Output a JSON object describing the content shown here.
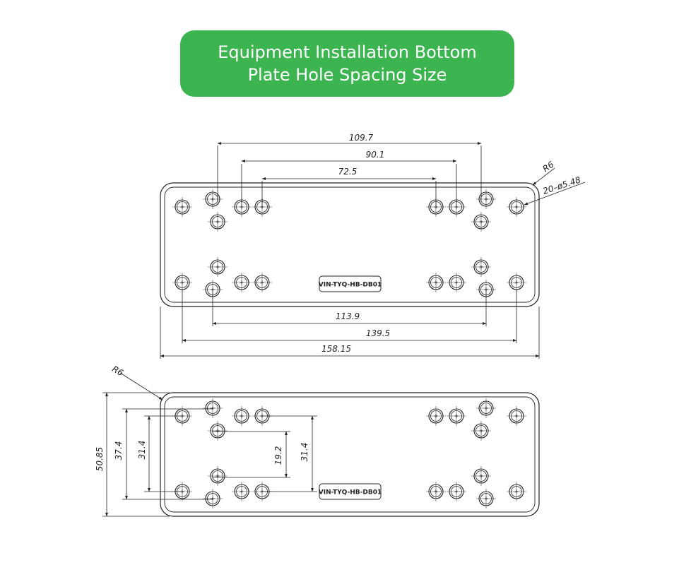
{
  "colors": {
    "banner": "#3cb551",
    "banner_text": "#ffffff",
    "line": "#222222"
  },
  "banner": {
    "line1": "Equipment Installation Bottom",
    "line2": "Plate Hole Spacing Size"
  },
  "top_view": {
    "dim_109_7": "109.7",
    "dim_90_1": "90.1",
    "dim_72_5": "72.5",
    "dim_113_9": "113.9",
    "dim_139_5": "139.5",
    "dim_158_15": "158.15",
    "radius": "R6",
    "holes": "20–ø5.48",
    "part_tag": "VIN-TYQ-HB-DB01"
  },
  "bottom_view": {
    "radius": "R6",
    "dim_50_85": "50.85",
    "dim_37_4": "37.4",
    "dim_31_4_left": "31.4",
    "dim_19_2": "19.2",
    "dim_31_4_right": "31.4",
    "part_tag": "VIN-TYQ-HB-DB01"
  }
}
